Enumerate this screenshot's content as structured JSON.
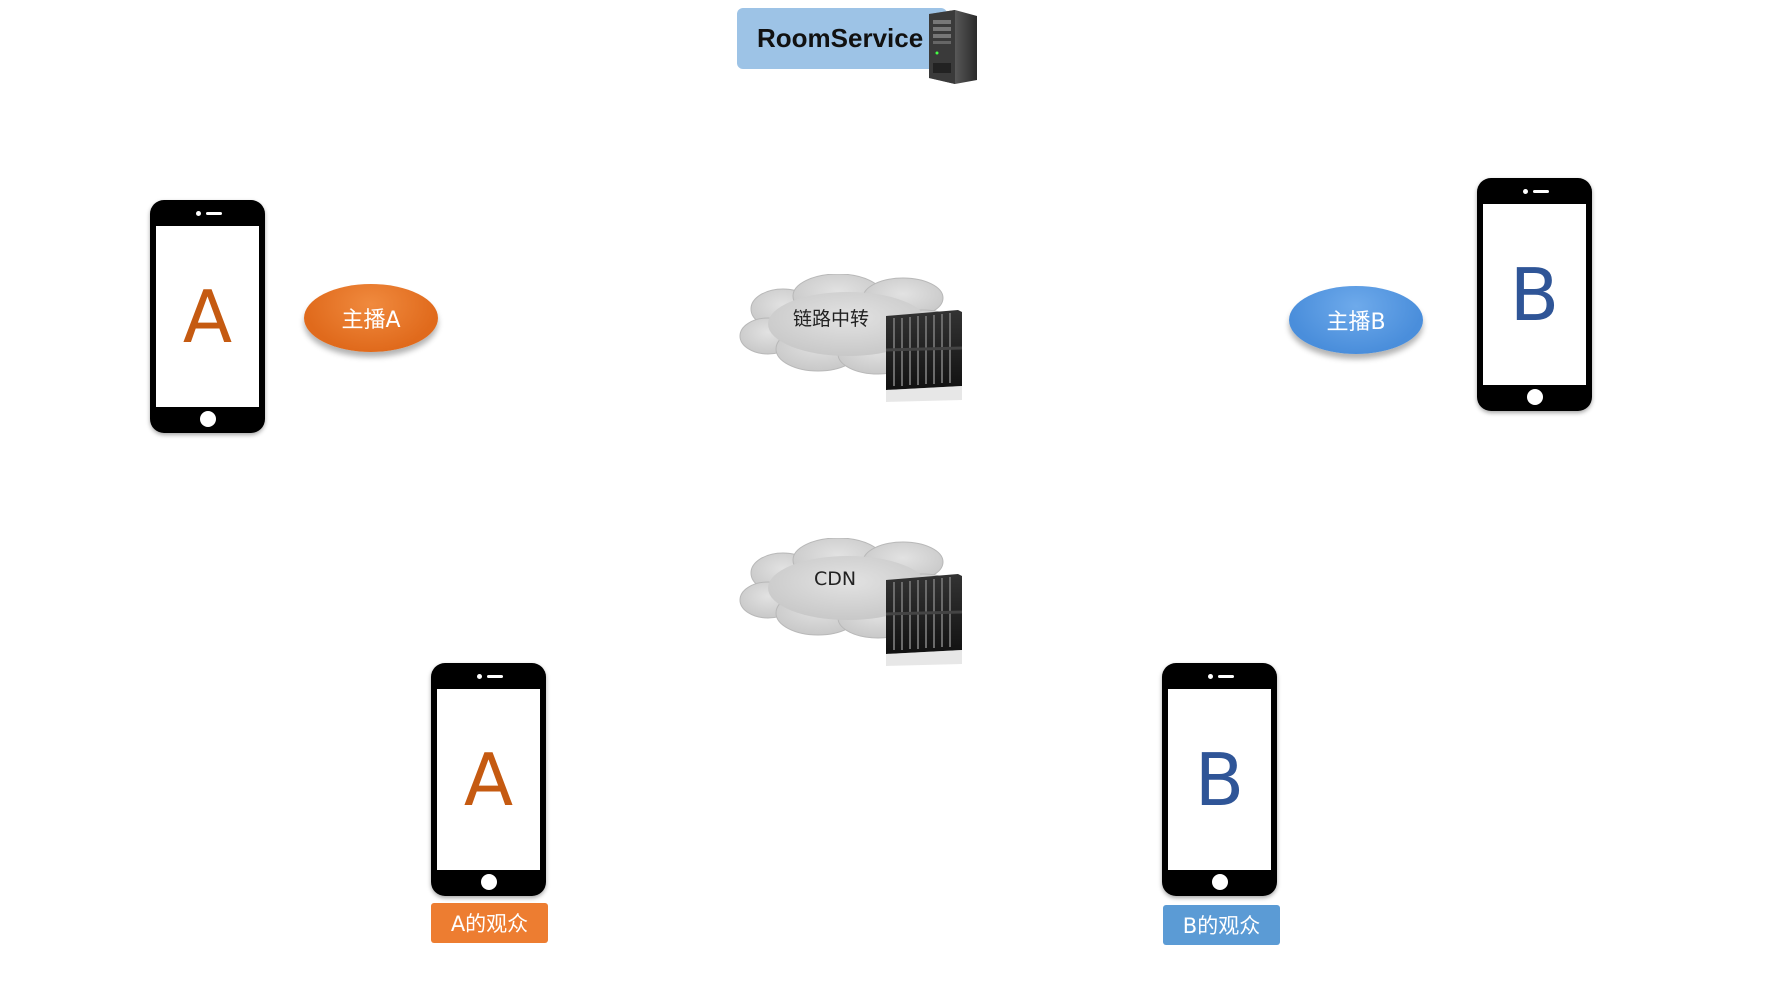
{
  "room_service": {
    "label": "RoomService",
    "icon": "server-tower-icon"
  },
  "relay": {
    "label": "链路中转",
    "icon": "cloud-icon"
  },
  "cdn": {
    "label": "CDN",
    "icon": "cloud-icon"
  },
  "anchor_a": {
    "phone_letter": "A",
    "ellipse_label": "主播A",
    "color": "#ed7d31"
  },
  "anchor_b": {
    "phone_letter": "B",
    "ellipse_label": "主播B",
    "color": "#5b9bd5"
  },
  "audience_a": {
    "phone_letter": "A",
    "label": "A的观众",
    "color": "#ed7d31"
  },
  "audience_b": {
    "phone_letter": "B",
    "label": "B的观众",
    "color": "#5b9bd5"
  }
}
